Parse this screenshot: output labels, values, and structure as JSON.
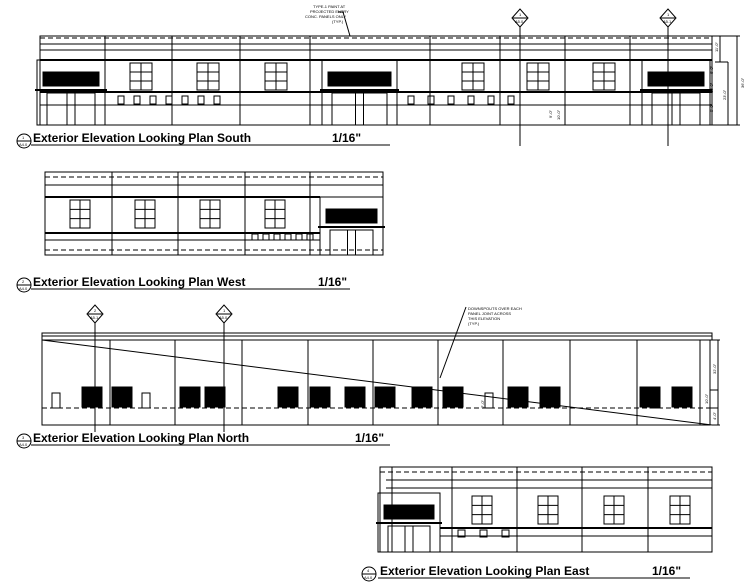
{
  "elevations": [
    {
      "id": "south",
      "number": "1",
      "sheet": "A4.0",
      "title": "Exterior Elevation Looking Plan South",
      "scale": "1/16\"",
      "note": [
        "TYPE-1 PAINT AT",
        "PROJECTED ENTRY",
        "CONC. PANELS ONLY",
        "(TYP.)"
      ],
      "section_tags": [
        {
          "number": "1",
          "sheet": "A5.0"
        },
        {
          "number": "1",
          "sheet": "A5.1"
        }
      ],
      "dimensions": [
        "11'-0\"",
        "36'-0\"",
        "6'-0\"",
        "12'-0\"",
        "23'-0\"",
        "9'-0\"",
        "9'-0\"",
        "10'-0\""
      ]
    },
    {
      "id": "west",
      "number": "2",
      "sheet": "A4.0",
      "title": "Exterior Elevation Looking Plan West",
      "scale": "1/16\""
    },
    {
      "id": "north",
      "number": "3",
      "sheet": "A4.0",
      "title": "Exterior Elevation Looking Plan North",
      "scale": "1/16\"",
      "note": [
        "DOWNSPOUTS OVER EACH",
        "PANEL JOINT ACROSS",
        "THIS ELEVATION",
        "(TYP.)"
      ],
      "section_tags": [
        {
          "number": "2",
          "sheet": "A5.1"
        },
        {
          "number": "1",
          "sheet": "A5.0"
        }
      ],
      "dimensions": [
        "32'-0\"",
        "10'-0\"",
        "4'-0\"",
        "7'-0\""
      ]
    },
    {
      "id": "east",
      "number": "4",
      "sheet": "A4.0",
      "title": "Exterior Elevation Looking Plan East",
      "scale": "1/16\""
    }
  ]
}
